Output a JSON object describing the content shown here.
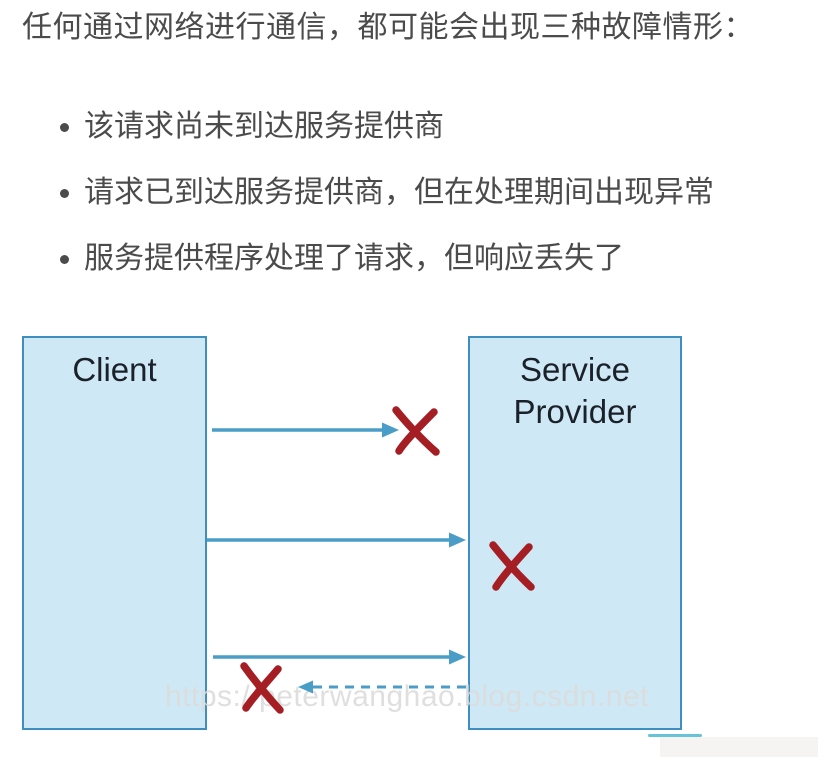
{
  "intro": {
    "heading": "任何通过网络进行通信，都可能会出现三种故障情形：",
    "bullets": [
      "该请求尚未到达服务提供商",
      "请求已到达服务提供商，但在处理期间出现异常",
      "服务提供程序处理了请求，但响应丢失了"
    ]
  },
  "diagram": {
    "client_label": "Client",
    "provider_label_line1": "Service",
    "provider_label_line2": "Provider",
    "arrows": [
      {
        "name": "request-not-delivered",
        "style": "solid",
        "direction": "right",
        "failure": "x-before-provider"
      },
      {
        "name": "request-delivered-processing-failed",
        "style": "solid",
        "direction": "right",
        "failure": "x-inside-provider"
      },
      {
        "name": "request-delivered",
        "style": "solid",
        "direction": "right",
        "failure": "none"
      },
      {
        "name": "response-lost",
        "style": "dashed",
        "direction": "left",
        "failure": "x-on-return-path"
      }
    ],
    "colors": {
      "box_fill": "#cfe8f6",
      "box_border": "#3e8fbf",
      "arrow_blue": "#4a9dc7",
      "failure_x_red": "#a41e24",
      "label_text": "#1b2129",
      "body_text": "#4b4b4b"
    }
  },
  "watermark": {
    "text": "https://peterwanghao.blog.csdn.net"
  }
}
